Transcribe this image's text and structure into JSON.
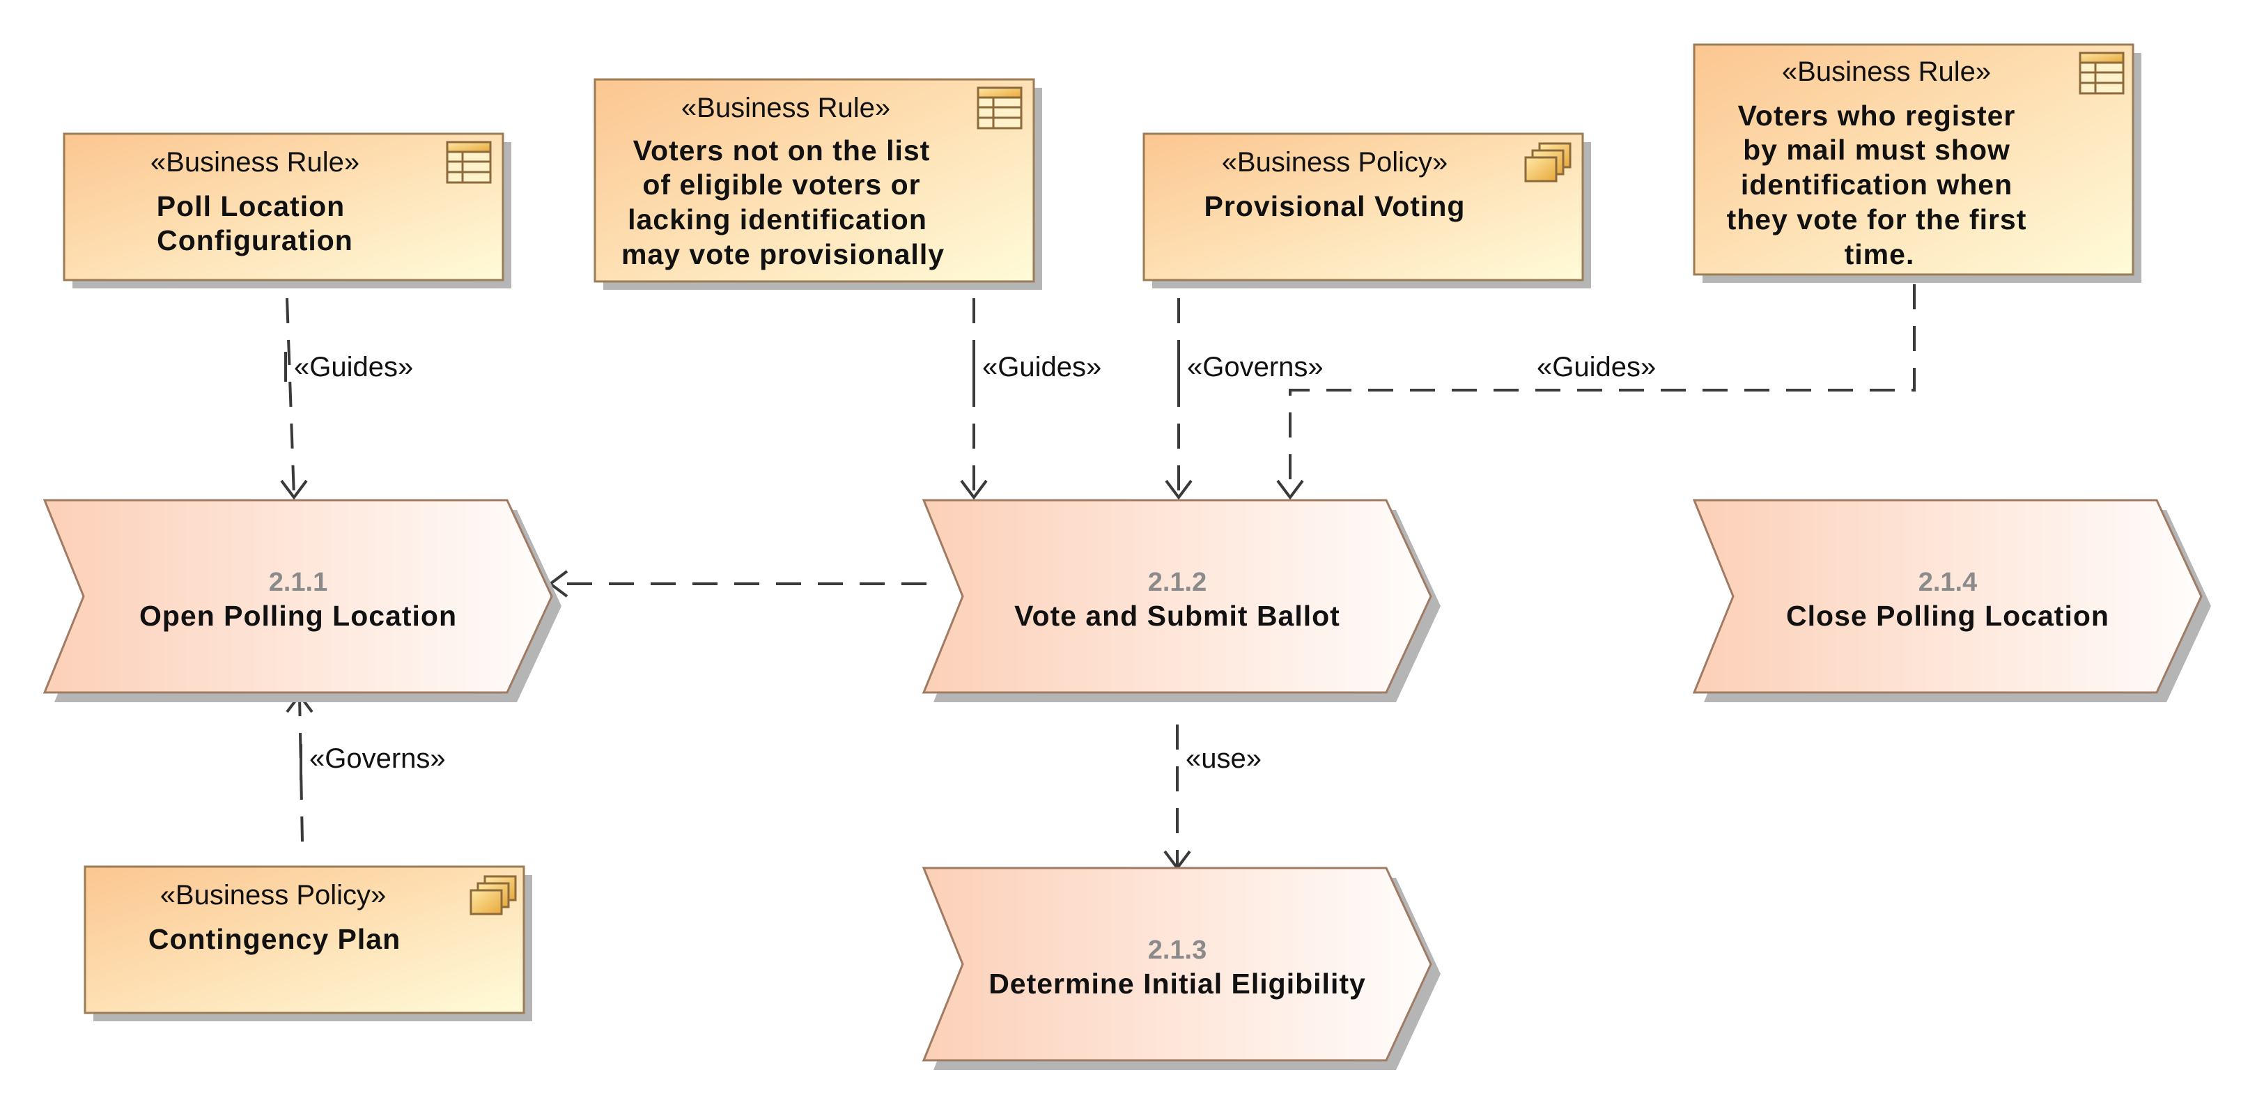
{
  "diagram": {
    "business_rules": [
      {
        "id": "rule-poll-config",
        "stereotype": "«Business Rule»",
        "name_lines": [
          "Poll Location",
          "Configuration"
        ]
      },
      {
        "id": "rule-provisional-eligibility",
        "stereotype": "«Business Rule»",
        "name_lines": [
          "Voters not on the list",
          "of eligible voters or",
          "lacking identification",
          "may vote provisionally"
        ]
      },
      {
        "id": "rule-mail-id",
        "stereotype": "«Business Rule»",
        "name_lines": [
          "Voters who register",
          "by mail must show",
          "identification when",
          "they vote for the first",
          "time."
        ]
      }
    ],
    "business_policies": [
      {
        "id": "policy-provisional",
        "stereotype": "«Business Policy»",
        "name_lines": [
          "Provisional Voting"
        ]
      },
      {
        "id": "policy-contingency",
        "stereotype": "«Business Policy»",
        "name_lines": [
          "Contingency Plan"
        ]
      }
    ],
    "processes": [
      {
        "id": "proc-211",
        "number": "2.1.1",
        "name": "Open Polling Location"
      },
      {
        "id": "proc-212",
        "number": "2.1.2",
        "name": "Vote and Submit Ballot"
      },
      {
        "id": "proc-213",
        "number": "2.1.3",
        "name": "Determine Initial Eligibility"
      },
      {
        "id": "proc-214",
        "number": "2.1.4",
        "name": "Close Polling Location"
      }
    ],
    "relationships": [
      {
        "id": "rel-1",
        "label": "«Guides»"
      },
      {
        "id": "rel-2",
        "label": "«Guides»"
      },
      {
        "id": "rel-3",
        "label": "«Governs»"
      },
      {
        "id": "rel-4",
        "label": "«Guides»"
      },
      {
        "id": "rel-5",
        "label": "«Governs»"
      },
      {
        "id": "rel-6",
        "label": ""
      },
      {
        "id": "rel-7",
        "label": "«use»"
      }
    ],
    "colors": {
      "note_gradient_start": "#fcc690",
      "note_gradient_end": "#fffbd9",
      "note_border": "#9a7c55",
      "process_gradient_start": "#fcd0b8",
      "process_gradient_end": "#fffdfc",
      "process_border": "#a07b63",
      "shadow": "#b5b5b5",
      "connector": "#3a3a3a"
    },
    "icons": {
      "business_rule": "table-icon",
      "business_policy": "stacked-folders-icon"
    }
  }
}
